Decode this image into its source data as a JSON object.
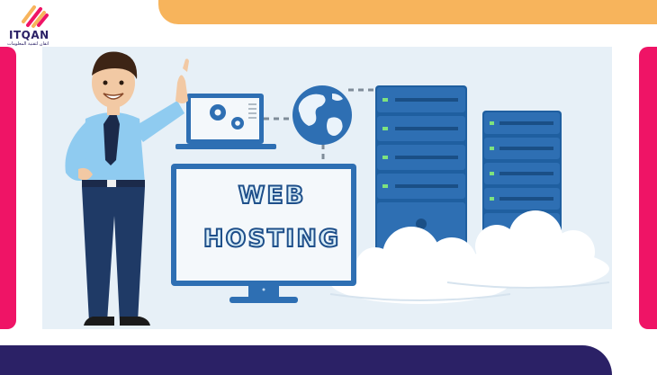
{
  "brand": {
    "name": "ITQAN",
    "tagline": "اتقان لتقنية المعلومات"
  },
  "hero": {
    "line1": "WEB",
    "line2": "HOSTING"
  },
  "colors": {
    "orange": "#f7b45c",
    "navy": "#2b2166",
    "pink": "#ef1466",
    "panel": "#e7f0f7",
    "server_blue": "#2e6fb3"
  }
}
